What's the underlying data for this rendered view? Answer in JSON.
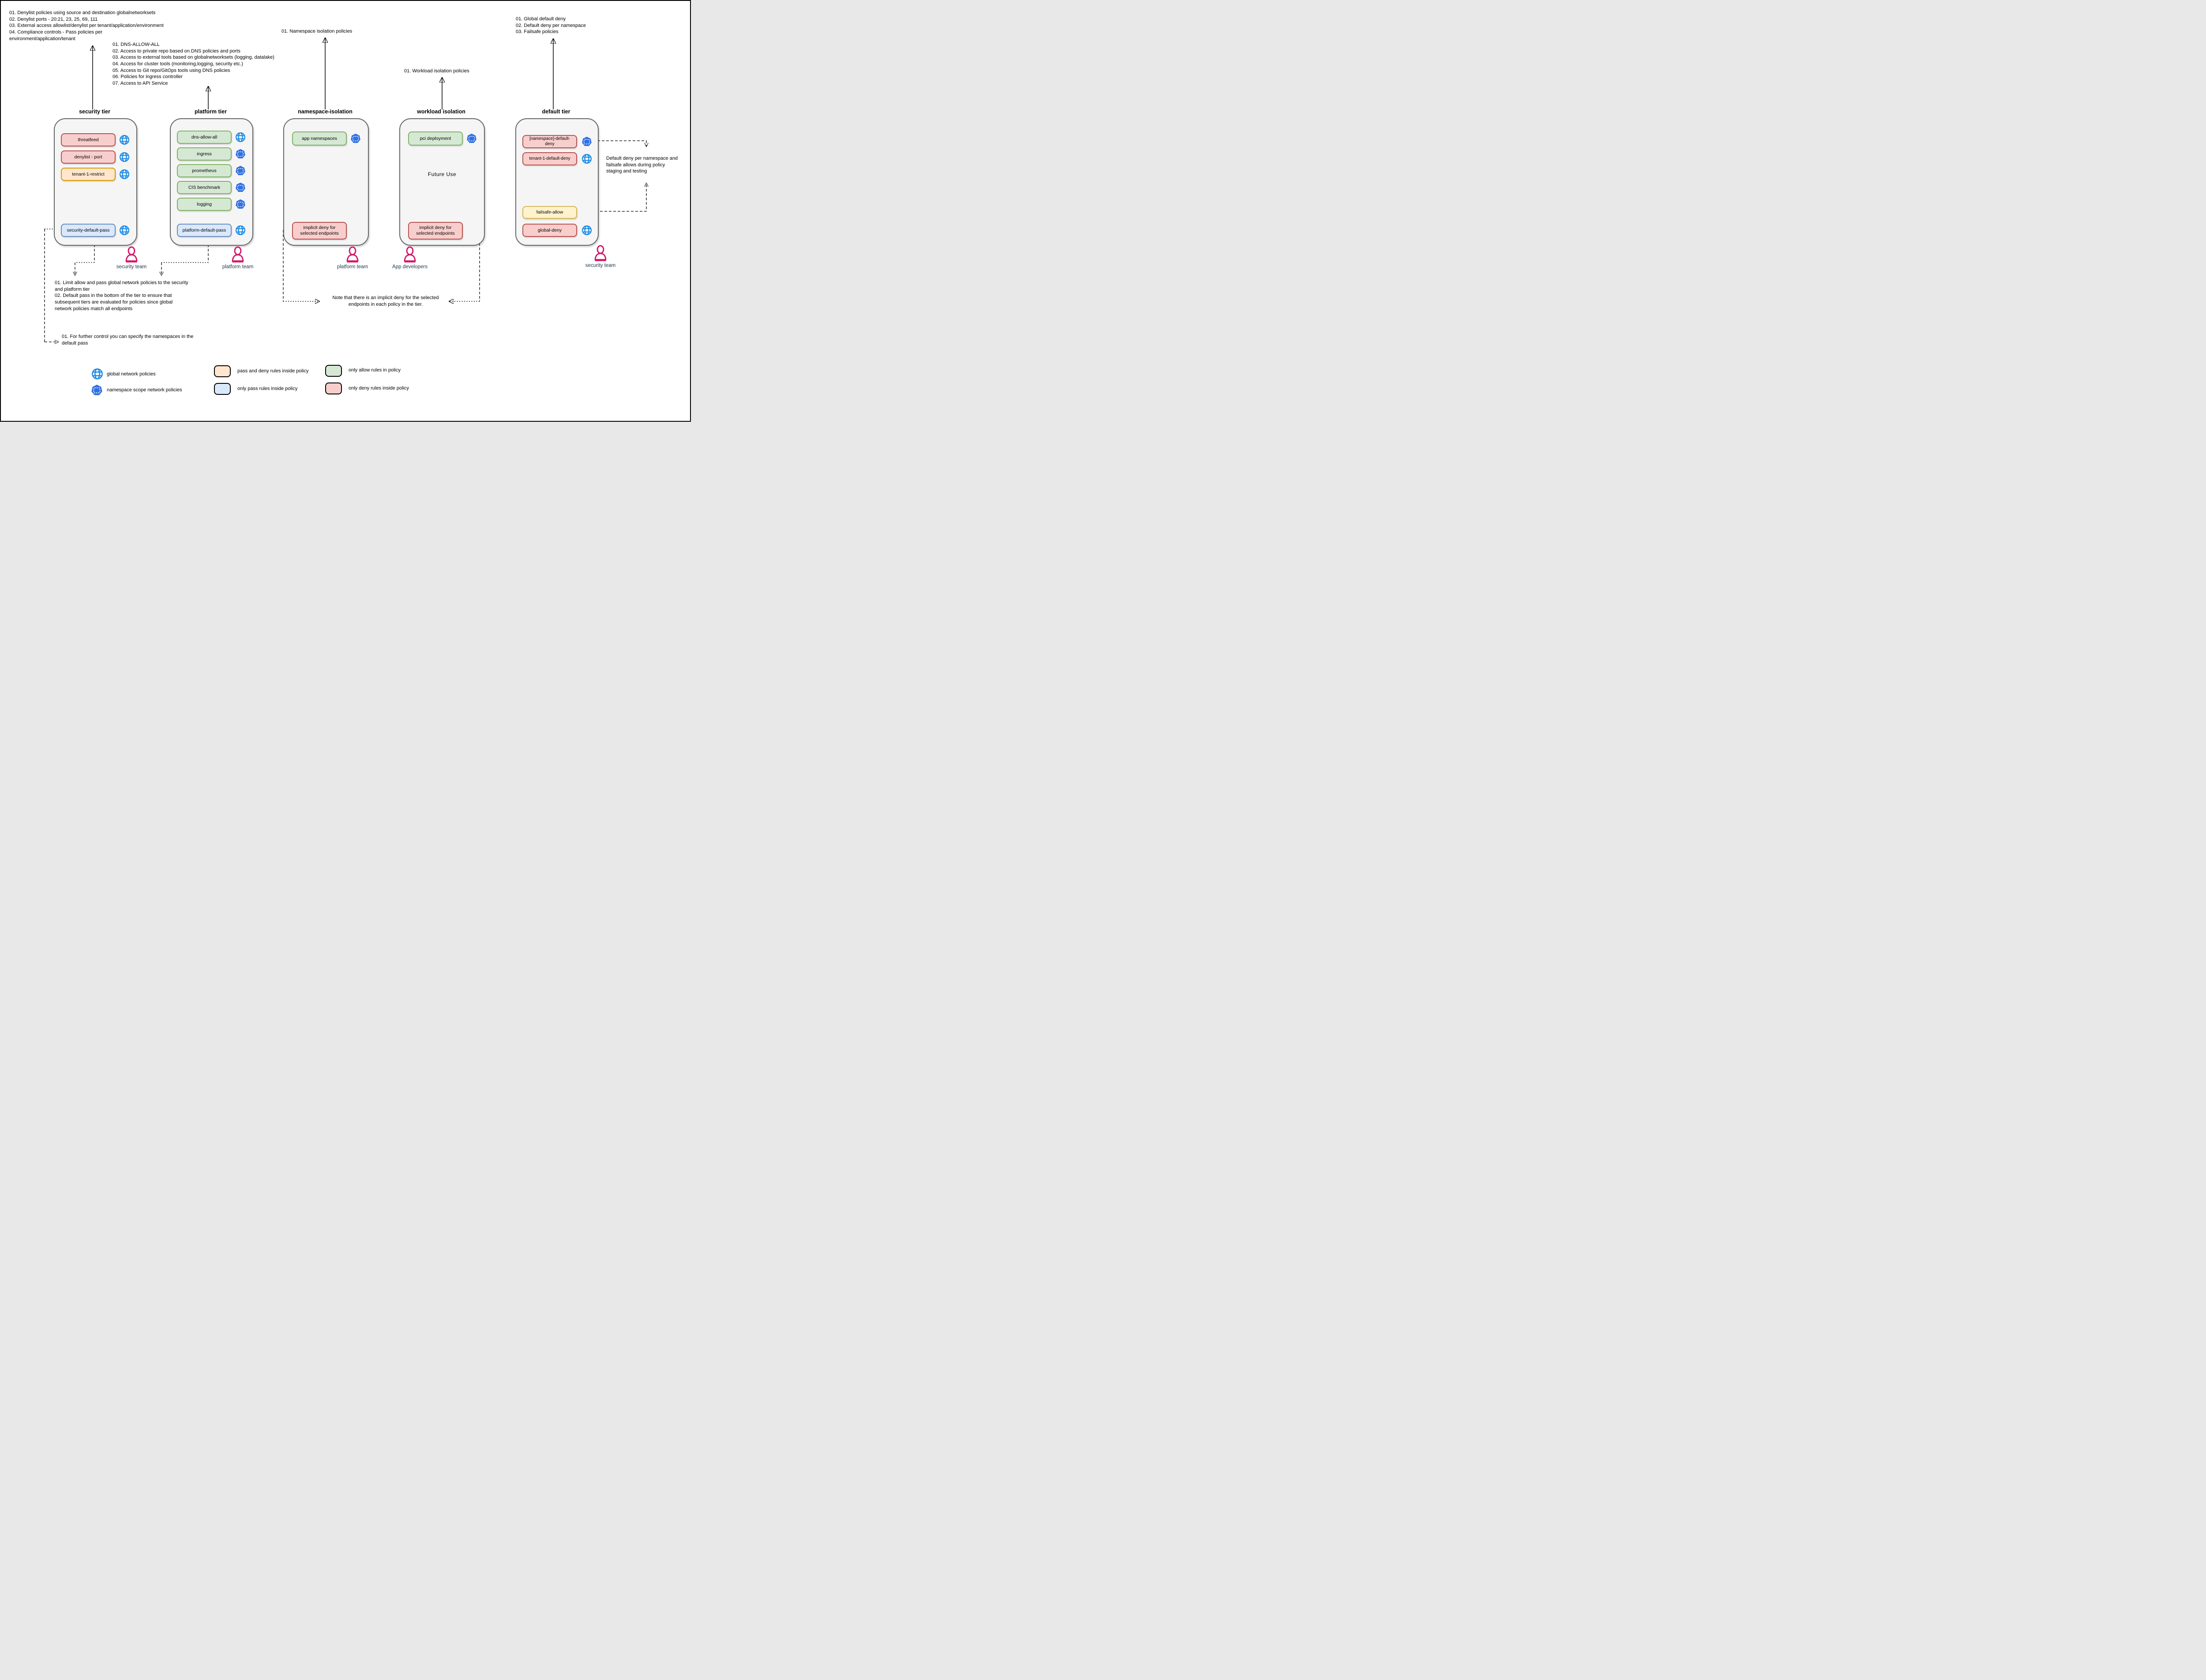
{
  "annotations": {
    "security_tier_notes": "01. Denylist policies using source and destination globalnetworksets\n02. Denylist ports - 20:21, 23, 25, 69, 111\n03. External access allowlist/denylist per tenant/application/environment\n04. Compliance controls - Pass policies per\nenvironment/application/tenant",
    "platform_tier_notes": "01. DNS-ALLOW-ALL\n02. Access to private repo based on DNS policies and ports\n03. Access to external tools based on globalnetworksets (logging, datalake)\n04. Access for cluster tools (monitoring,logging, security etc.)\n05. Access to Git repo/GitOps tools using DNS policies\n06. Policies for ingress controller\n07. Access to API Service",
    "namespace_isolation_note": "01. Namespace isolation policies",
    "workload_isolation_note": "01. Workload isolation policies",
    "default_tier_notes": "01. Global default deny\n02. Default deny per namespace\n03. Failsafe policies",
    "limit_allow_note": "01. Limit allow and pass global network policies to the security\nand platform tier\n02. Default pass in the bottom of the tier to ensure that\nsubsequent tiers are evaluated for policies since global\nnetwork policies match all endpoints",
    "further_control_note": "01. For further control you can specify the namespaces in the\ndefault pass",
    "implicit_deny_note": "Note that there is an implicit deny for the selected\nendpoints in each policy in the tier.",
    "default_deny_failsafe_note": "Default deny per namespace and\nfailsafe allows during policy\nstaging and testing"
  },
  "tiers": {
    "security": {
      "title": "security tier",
      "policies": [
        {
          "label": "threatfeed",
          "style": "red",
          "icon": "global network policy"
        },
        {
          "label": "denylist - port",
          "style": "red",
          "icon": "global network policy"
        },
        {
          "label": "tenant-1-restrict",
          "style": "orange",
          "icon": "global network policy"
        }
      ],
      "default_policy": {
        "label": "security-default-pass",
        "style": "blue",
        "icon": "global network policy"
      },
      "team": "security team"
    },
    "platform": {
      "title": "platform tier",
      "policies": [
        {
          "label": "dns-allow-all",
          "style": "green",
          "icon": "global network policy"
        },
        {
          "label": "ingress",
          "style": "green",
          "icon": "namespace scope network policy"
        },
        {
          "label": "prometheus",
          "style": "green",
          "icon": "namespace scope network policy"
        },
        {
          "label": "CIS benchmark",
          "style": "green",
          "icon": "namespace scope network policy"
        },
        {
          "label": "logging",
          "style": "green",
          "icon": "namespace scope network policy"
        }
      ],
      "default_policy": {
        "label": "platform-default-pass",
        "style": "blue",
        "icon": "global network policy"
      },
      "team": "platform team"
    },
    "namespace_isolation": {
      "title": "namespace-isolation",
      "policies": [
        {
          "label": "app namespaces",
          "style": "green",
          "icon": "namespace scope network policy"
        }
      ],
      "bottom_policy": {
        "label": "implicit deny for selected endpoints",
        "style": "red"
      },
      "team": "platform team"
    },
    "workload_isolation": {
      "title": "workload isolation",
      "policies": [
        {
          "label": "pci deployment",
          "style": "green",
          "icon": "namespace scope network policy"
        }
      ],
      "center_label": "Future Use",
      "bottom_policy": {
        "label": "implicit deny for selected endpoints",
        "style": "red"
      },
      "team": "App developers"
    },
    "default": {
      "title": "default tier",
      "policies": [
        {
          "label": "[namespace]-default-deny",
          "style": "red",
          "icon": "namespace scope network policy"
        },
        {
          "label": "tenant-1-default-deny",
          "style": "red",
          "icon": "global network policy"
        },
        {
          "label": "failsafe-allow",
          "style": "yellow"
        },
        {
          "label": "global-deny",
          "style": "red",
          "icon": "global network policy"
        }
      ],
      "team": "security team"
    }
  },
  "legend": {
    "icon_items": [
      {
        "icon": "globe",
        "label": "global network policies"
      },
      {
        "icon": "namespace-heptagon",
        "label": "namespace scope network policies"
      }
    ],
    "swatch_items": [
      {
        "style": "orange",
        "label": "pass and deny rules inside policy"
      },
      {
        "style": "blue",
        "label": "only pass rules inside policy"
      },
      {
        "style": "green",
        "label": "only allow rules in policy"
      },
      {
        "style": "red",
        "label": "only deny rules inside policy"
      }
    ]
  },
  "colors": {
    "deny_fill": "#f8cecc",
    "deny_stroke": "#b85450",
    "pass_deny_fill": "#ffe6cc",
    "pass_deny_stroke": "#d79b00",
    "allow_fill": "#d5e8d4",
    "allow_stroke": "#82b366",
    "pass_fill": "#dae8fc",
    "pass_stroke": "#6c8ebf",
    "failsafe_fill": "#fff2cc",
    "failsafe_stroke": "#d6b656",
    "tier_fill": "#f5f5f5",
    "tier_stroke": "#666666",
    "globe_blue": "#1788e4",
    "namespace_blue": "#3170e0",
    "person_pink": "#d5186b",
    "team_label": "#223a4d"
  }
}
